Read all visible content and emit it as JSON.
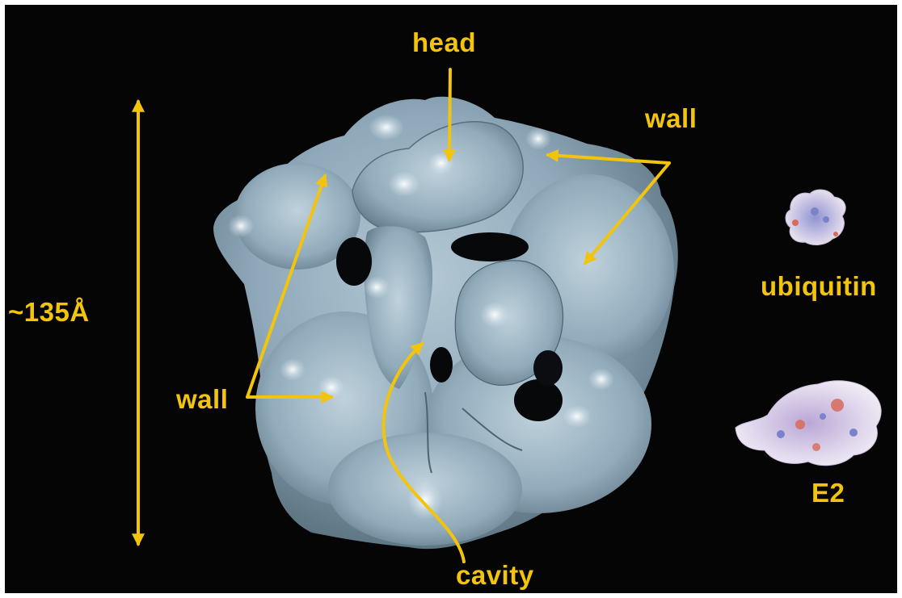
{
  "figure": {
    "labels": {
      "head": "head",
      "wall_top_right": "wall",
      "wall_left": "wall",
      "cavity": "cavity",
      "dimension": "~135Å",
      "ubiquitin": "ubiquitin",
      "e2": "E2"
    }
  },
  "colors": {
    "background": "#050506",
    "annotation": "#f2c40d",
    "density_map": "#8fa9ba",
    "density_highlight": "#e6f0f5",
    "protein_surface_base": "#ece6ee",
    "protein_surface_negative": "#7a82c8",
    "protein_surface_positive": "#d86a5a"
  }
}
